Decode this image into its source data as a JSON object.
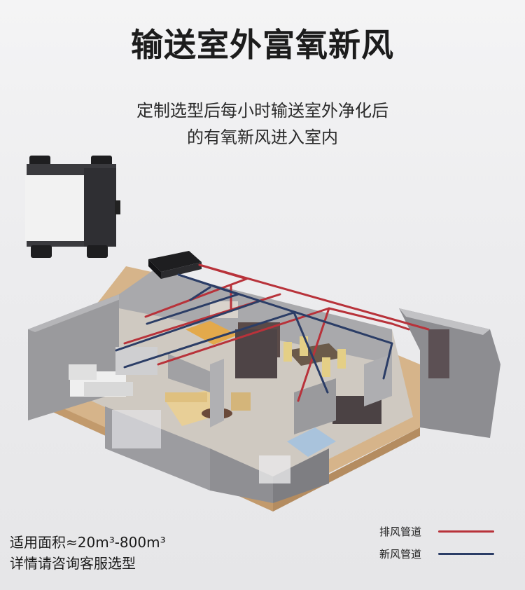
{
  "header": {
    "title": "输送室外富氧新风",
    "subtitle_line1": "定制选型后每小时输送室外净化后",
    "subtitle_line2": "的有氧新风进入室内"
  },
  "info": {
    "area_line": "适用面积≈20m³-800m³",
    "consult_line": "详情请咨询客服选型"
  },
  "legend": {
    "exhaust_label": "排风管道",
    "exhaust_color": "#b8323a",
    "fresh_label": "新风管道",
    "fresh_color": "#2b3d66"
  }
}
